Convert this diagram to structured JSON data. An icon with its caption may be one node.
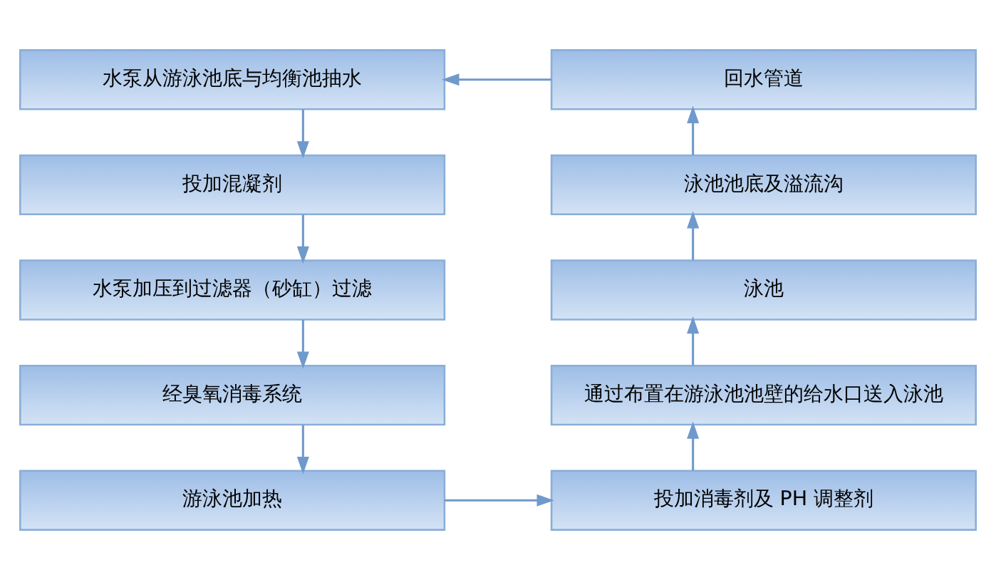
{
  "diagram": {
    "nodes": [
      {
        "text": [
          "水泵从游泳池底与均衡池抽水"
        ]
      },
      {
        "text": [
          "投加混凝剂"
        ]
      },
      {
        "text": [
          "水泵加压到过滤器（砂缸）过滤"
        ]
      },
      {
        "text": [
          "经臭氧消毒系统"
        ]
      },
      {
        "text": [
          "游泳池加热"
        ]
      },
      {
        "text": [
          "投加消毒剂及 PH 调整剂"
        ]
      },
      {
        "text": [
          "通过布置在游泳池池壁的给水口送入泳池"
        ]
      },
      {
        "text": [
          "泳池"
        ]
      },
      {
        "text": [
          "泳池池底及溢流沟"
        ]
      },
      {
        "text": [
          "回水管道"
        ]
      }
    ],
    "edges": [
      {
        "from": 0,
        "to": 1,
        "arrow": "to"
      },
      {
        "from": 1,
        "to": 2,
        "arrow": "to"
      },
      {
        "from": 2,
        "to": 3,
        "arrow": "to"
      },
      {
        "from": 3,
        "to": 4,
        "arrow": "to"
      },
      {
        "from": 4,
        "to": 5,
        "arrow": "to"
      },
      {
        "from": 5,
        "to": 6,
        "arrow": "to"
      },
      {
        "from": 6,
        "to": 7,
        "arrow": "to"
      },
      {
        "from": 7,
        "to": 8,
        "arrow": "to"
      },
      {
        "from": 8,
        "to": 9,
        "arrow": "to"
      },
      {
        "from": 9,
        "to": 0,
        "arrow": "to"
      }
    ]
  }
}
